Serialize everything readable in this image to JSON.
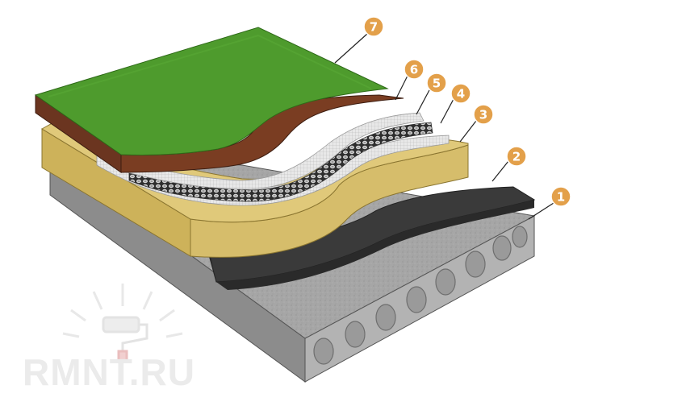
{
  "callouts": [
    {
      "number": "1",
      "layer": "concrete hollow-core slab"
    },
    {
      "number": "2",
      "layer": "dark waterproofing membrane"
    },
    {
      "number": "3",
      "layer": "yellow insulation board"
    },
    {
      "number": "4",
      "layer": "white geotextile"
    },
    {
      "number": "5",
      "layer": "dimpled drainage membrane"
    },
    {
      "number": "6",
      "layer": "white filter fabric"
    },
    {
      "number": "7",
      "layer": "soil with grass"
    }
  ],
  "watermark": {
    "text": "RMNT.RU",
    "icon": "paint-roller-icon"
  },
  "colors": {
    "callout": "#e3a04a",
    "grass": "#4e9b2d",
    "soil": "#7a3d22",
    "insulation": "#d9c070",
    "membrane": "#3a3a3a",
    "concrete": "#a9a9a9"
  }
}
